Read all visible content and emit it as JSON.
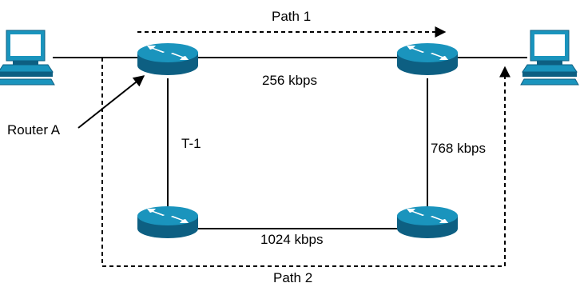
{
  "labels": {
    "path1": "Path 1",
    "path2": "Path 2",
    "link_top": "256 kbps",
    "link_left": "T-1",
    "link_right": "768 kbps",
    "link_bottom": "1024 kbps",
    "router_a": "Router A"
  },
  "colors": {
    "router_top": "#1a94bd",
    "router_side": "#0d5f82",
    "link": "#000000",
    "path": "#000000"
  },
  "icons": [
    "computer-icon",
    "router-icon"
  ]
}
